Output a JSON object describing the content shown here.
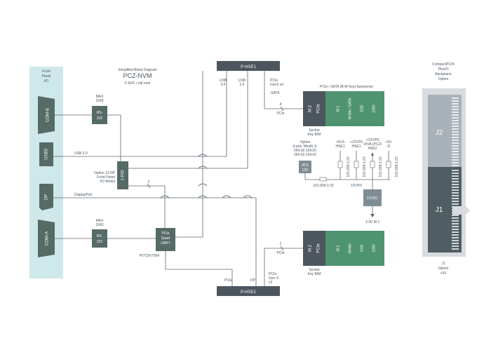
{
  "title": {
    "line1": "Simplified Block Diagram",
    "line2": "PCZ-NVM",
    "line3": "© EKF • ekf.com"
  },
  "front_panel": {
    "label_line1": "Front",
    "label_line2": "Panel",
    "label_line3": "I/O",
    "ports": [
      "COM-B",
      "USB3",
      "DP",
      "COM-A"
    ]
  },
  "max_b": {
    "line1": "MAX",
    "line2": "3243",
    "chip1": "RS-",
    "chip2": "232"
  },
  "max_a": {
    "line1": "MAX",
    "line2": "3243",
    "chip1": "RS-",
    "chip2": "232"
  },
  "usb_line": "USB 3.0",
  "dp_line": "DisplayPort",
  "jfio": {
    "label": "J-FIO",
    "desc1": "Option 12 HP",
    "desc2": "Front Panel",
    "desc3": "I/O Modul",
    "bus": "2"
  },
  "uart": {
    "line1": "PCIe",
    "line2": "Quad",
    "line3": "UART",
    "part": "PI7C9X7954"
  },
  "phse1": {
    "label": "P-HSE1",
    "usb30": [
      "USB",
      "3.0"
    ],
    "usb20": [
      "USB",
      "2.0"
    ],
    "pcie": [
      "PCIe",
      "Gen3 x4"
    ],
    "sata": "SATA",
    "lanes": "4",
    "lane_label": "PCIe"
  },
  "phse2": {
    "label": "P-HSE2",
    "pcie_label": "PCIe",
    "dp_label": "DP",
    "gen": [
      "PCIe",
      "Gen 3",
      "x2"
    ],
    "lanes": "2",
    "lane_label": "PCIe"
  },
  "m2_top": {
    "heading": "PCIe / SATA (B-M Key) Autosense",
    "dark1": "M.2",
    "dark2": "PCIe",
    "cols": [
      "M.2",
      "NVMe / SATA",
      "SSD",
      "2280"
    ],
    "socket1": "Socket",
    "socket2": "Key B/M"
  },
  "m2_bottom": {
    "dark1": "M.2",
    "dark2": "PCIe",
    "cols": [
      "M.2",
      "NVMe",
      "SSD",
      "2280"
    ],
    "socket1": "Socket",
    "socket2": "Key B/M"
  },
  "power": {
    "option": [
      "Option",
      "4-pos. Minifit Jr.",
      "264.02.104.00",
      "264.02.104.02"
    ],
    "atx": [
      "ATX",
      "12V"
    ],
    "rails": [
      [
        "+5VS",
        "HSE1"
      ],
      [
        "+12VPS",
        "HSE1"
      ],
      [
        "+12VPS",
        "+5VA (PCZ)",
        "HSE2"
      ],
      [
        "+5V",
        "J1"
      ]
    ],
    "fuse_left": "101.658.0.23",
    "fuse_main": "12V/5V",
    "fuse_codes": [
      "101.659.0.23",
      "101.659.0.23",
      "101.659.0.23",
      "101.659.0.23"
    ],
    "dcdc": "DC/DC",
    "out": "3.3V M.2"
  },
  "backplane": {
    "title": [
      "CompactPCI®",
      "PlusIO",
      "Backplane",
      "Option"
    ],
    "j2": "J2",
    "j1": "J1",
    "foot": [
      "J1",
      "Option",
      "+5V"
    ]
  }
}
